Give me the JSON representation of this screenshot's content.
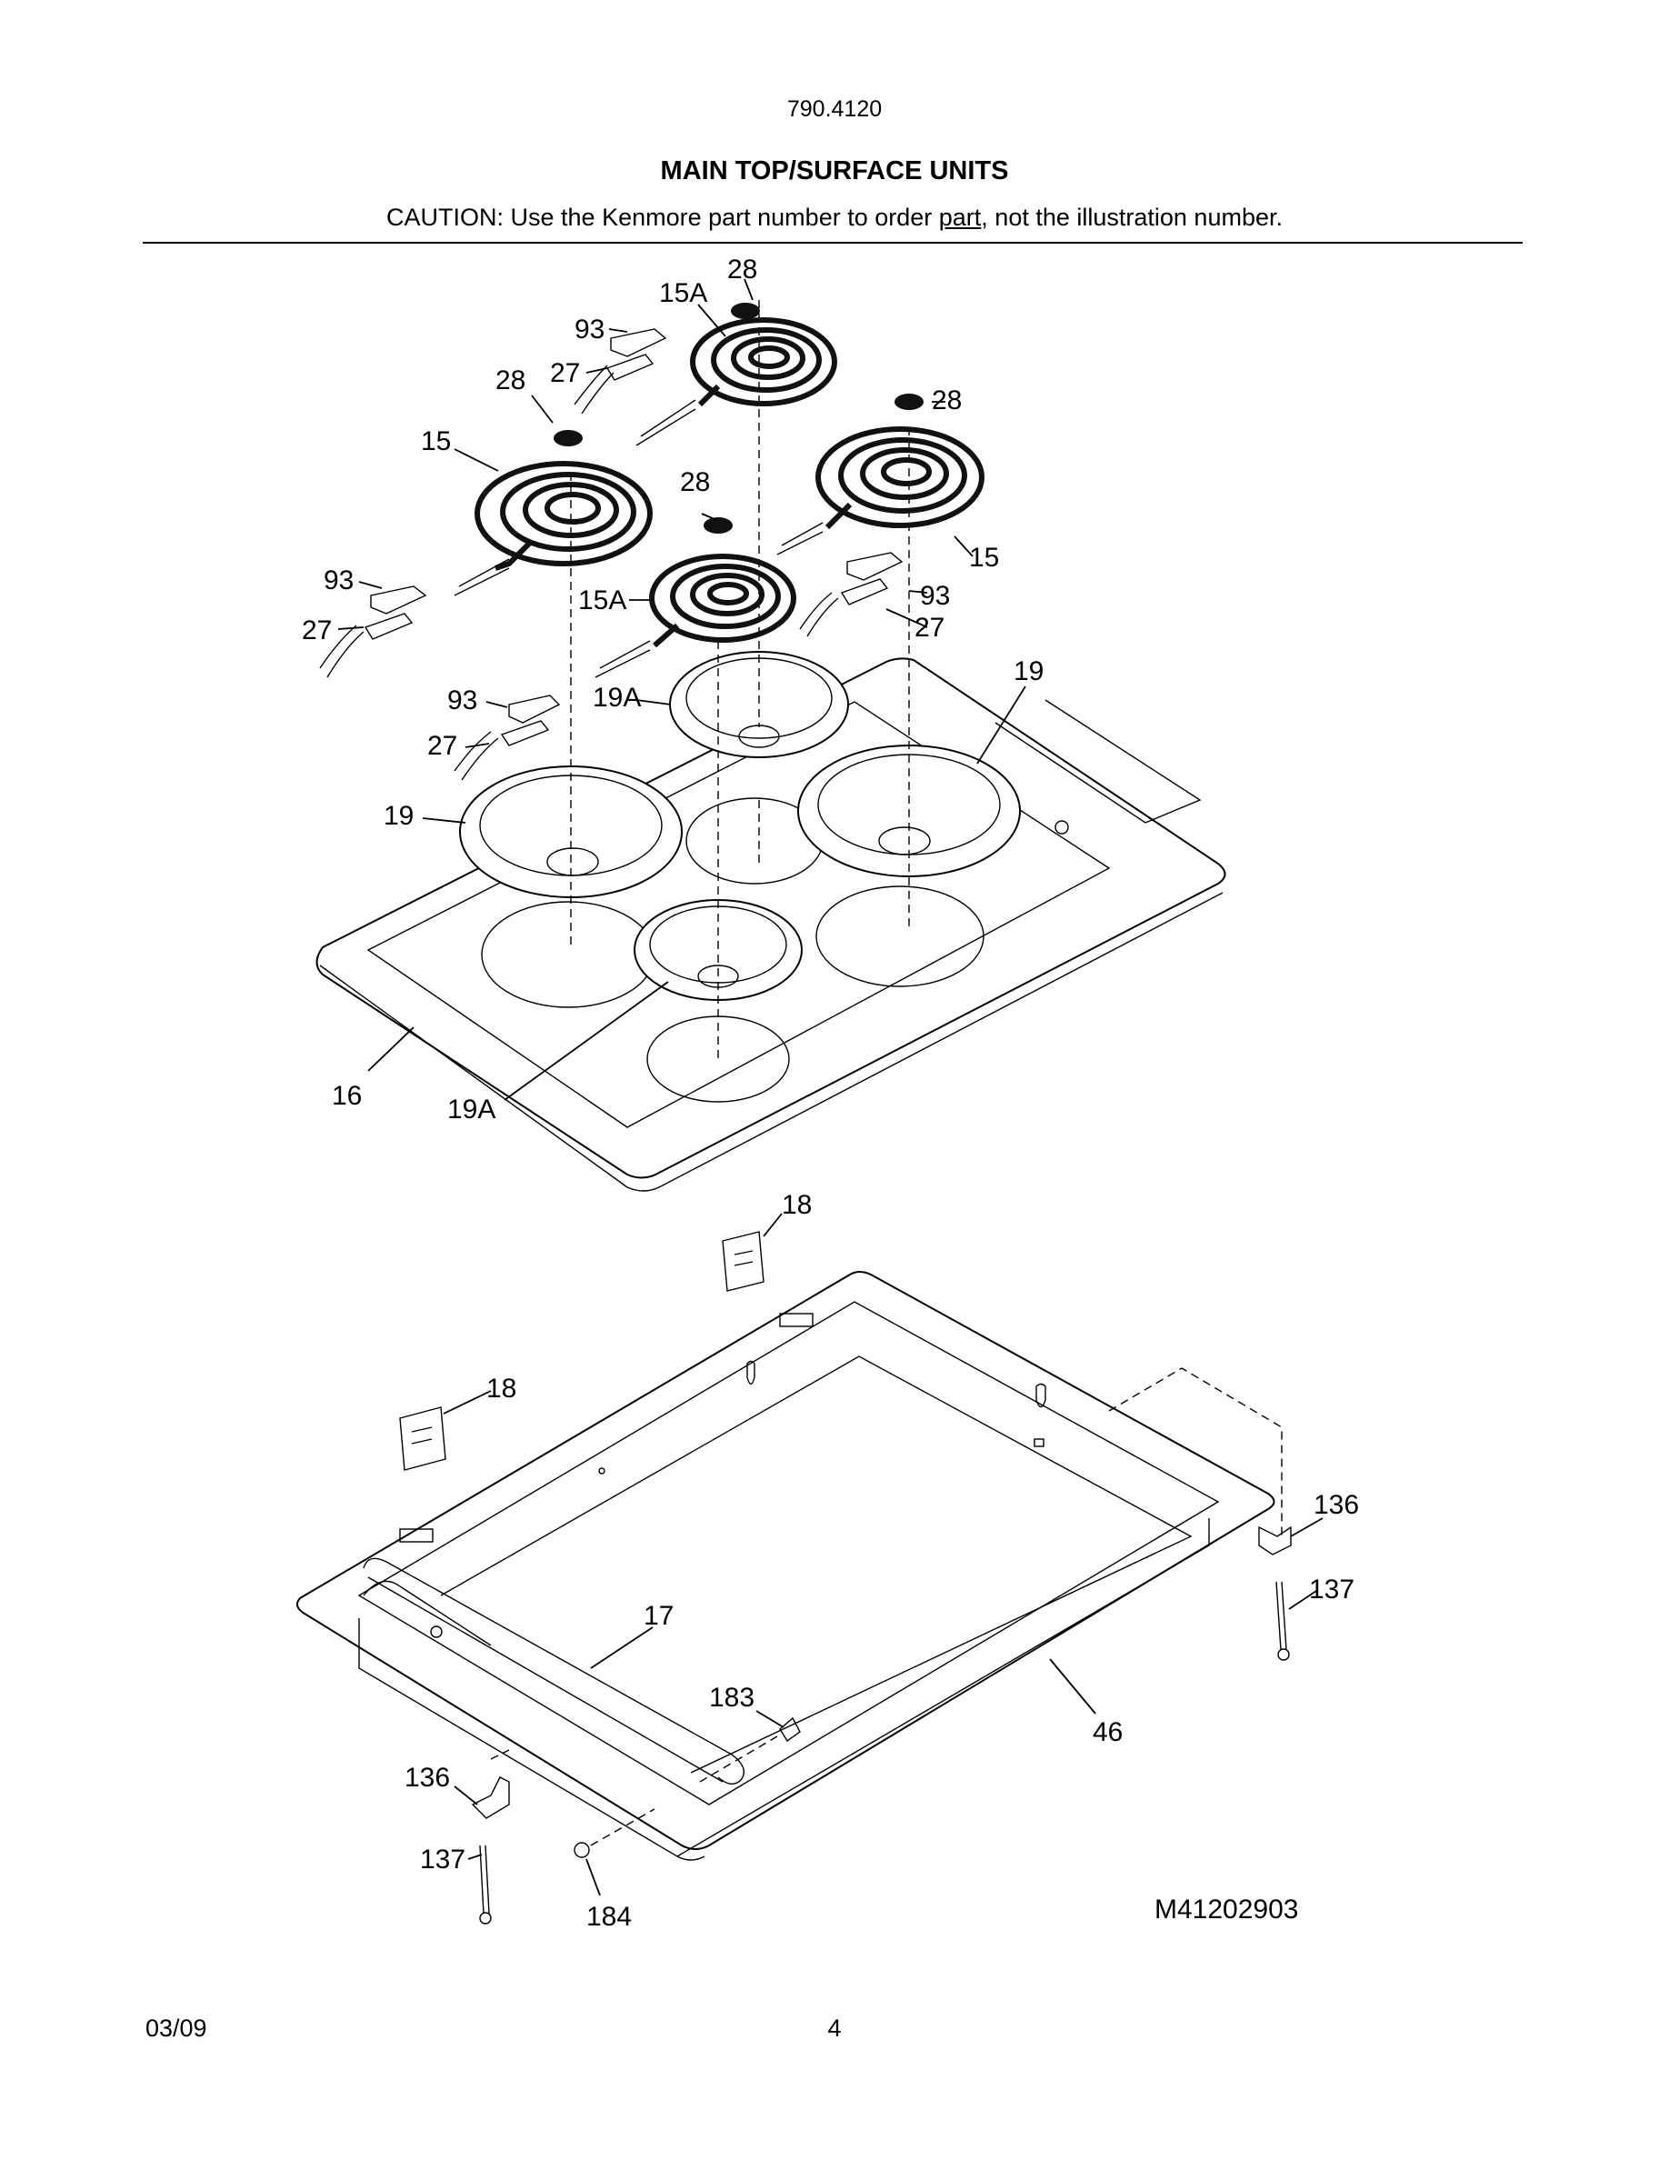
{
  "header": {
    "model": "790.4120",
    "title": "MAIN TOP/SURFACE UNITS",
    "caution_before": "CAUTION: Use the Kenmore part number to order ",
    "caution_link": "part",
    "caution_after": ", not the illustration number."
  },
  "callouts": {
    "c28a": "28",
    "c15a_top": "15A",
    "c93a": "93",
    "c27a": "27",
    "c28b": "28",
    "c28c": "28",
    "c15_left": "15",
    "c28d": "28",
    "c93b": "93",
    "c27b": "27",
    "c15a_mid": "15A",
    "c15_right": "15",
    "c93c": "93",
    "c27c": "27",
    "c19_right": "19",
    "c93d": "93",
    "c19a_top": "19A",
    "c27d": "27",
    "c19_left": "19",
    "c16": "16",
    "c19a_bot": "19A",
    "c18a": "18",
    "c18b": "18",
    "c136a": "136",
    "c137a": "137",
    "c17": "17",
    "c183": "183",
    "c46": "46",
    "c136b": "136",
    "c137b": "137",
    "c184": "184"
  },
  "diagram_id": "M41202903",
  "footer": {
    "date": "03/09",
    "page": "4"
  }
}
